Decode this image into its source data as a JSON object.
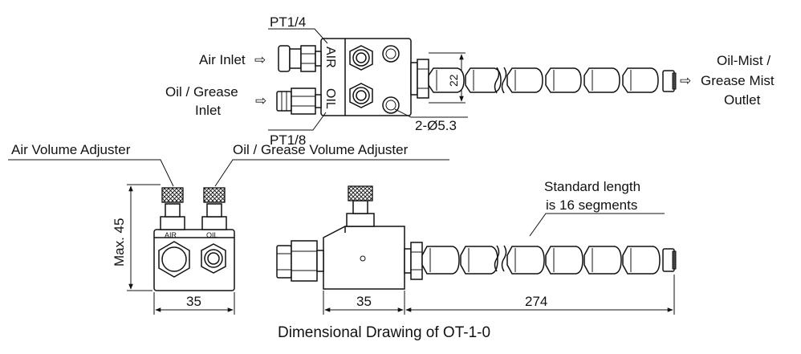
{
  "labels": {
    "pt14": "PT1/4",
    "pt18": "PT1/8",
    "air_inlet": "Air Inlet",
    "oil_inlet_1": "Oil / Grease",
    "oil_inlet_2": "Inlet",
    "air_body": "AIR",
    "oil_body": "OIL",
    "dim_22": "22",
    "holes": "2-Ø5.3",
    "outlet_1": "Oil-Mist /",
    "outlet_2": "Grease Mist",
    "outlet_3": "Outlet",
    "air_adjuster": "Air Volume Adjuster",
    "oil_adjuster": "Oil / Grease Volume Adjuster",
    "max45": "Max. 45",
    "air_small": "AIR",
    "oil_small": "OIL",
    "dim_35_front": "35",
    "dim_35_side": "35",
    "dim_274": "274",
    "standard_1": "Standard length",
    "standard_2": "is 16 segments",
    "title": "Dimensional Drawing of OT-1-0",
    "arrow": "⇨"
  },
  "icons": [
    "right-arrow-icon"
  ]
}
